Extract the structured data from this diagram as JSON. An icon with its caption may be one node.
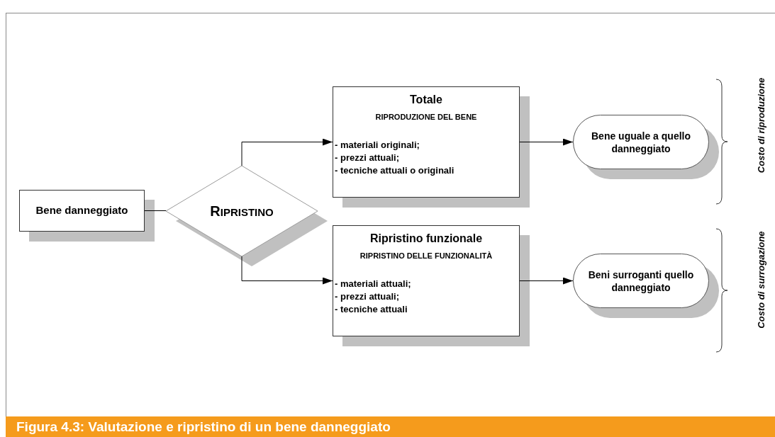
{
  "diagram": {
    "caption": "Figura 4.3: Valutazione e ripristino di un bene danneggiato",
    "nodes": [
      {
        "text": [
          "Bene danneggiato"
        ]
      },
      {
        "text": [
          "RIPRISTINO"
        ]
      },
      {
        "text": [
          "Totale",
          "RIPRODUZIONE DEL BENE",
          "- materiali originali;",
          "- prezzi attuali;",
          "- tecniche attuali o originali"
        ]
      },
      {
        "text": [
          "Ripristino funzionale",
          "RIPRISTINO DELLE FUNZIONALITÀ",
          "- materiali attuali;",
          "- prezzi attuali;",
          "- tecniche attuali"
        ]
      },
      {
        "text": [
          "Bene uguale a quello danneggiato"
        ]
      },
      {
        "text": [
          "Beni surroganti quello danneggiato"
        ]
      }
    ],
    "edges": [
      {
        "from": 0,
        "to": 1,
        "arrow": "none"
      },
      {
        "from": 1,
        "to": 2,
        "arrow": "to"
      },
      {
        "from": 1,
        "to": 3,
        "arrow": "to"
      },
      {
        "from": 2,
        "to": 4,
        "arrow": "to"
      },
      {
        "from": 3,
        "to": 5,
        "arrow": "to"
      }
    ],
    "labels": [
      "Costo di riproduzione",
      "Costo di surrogazione"
    ]
  }
}
